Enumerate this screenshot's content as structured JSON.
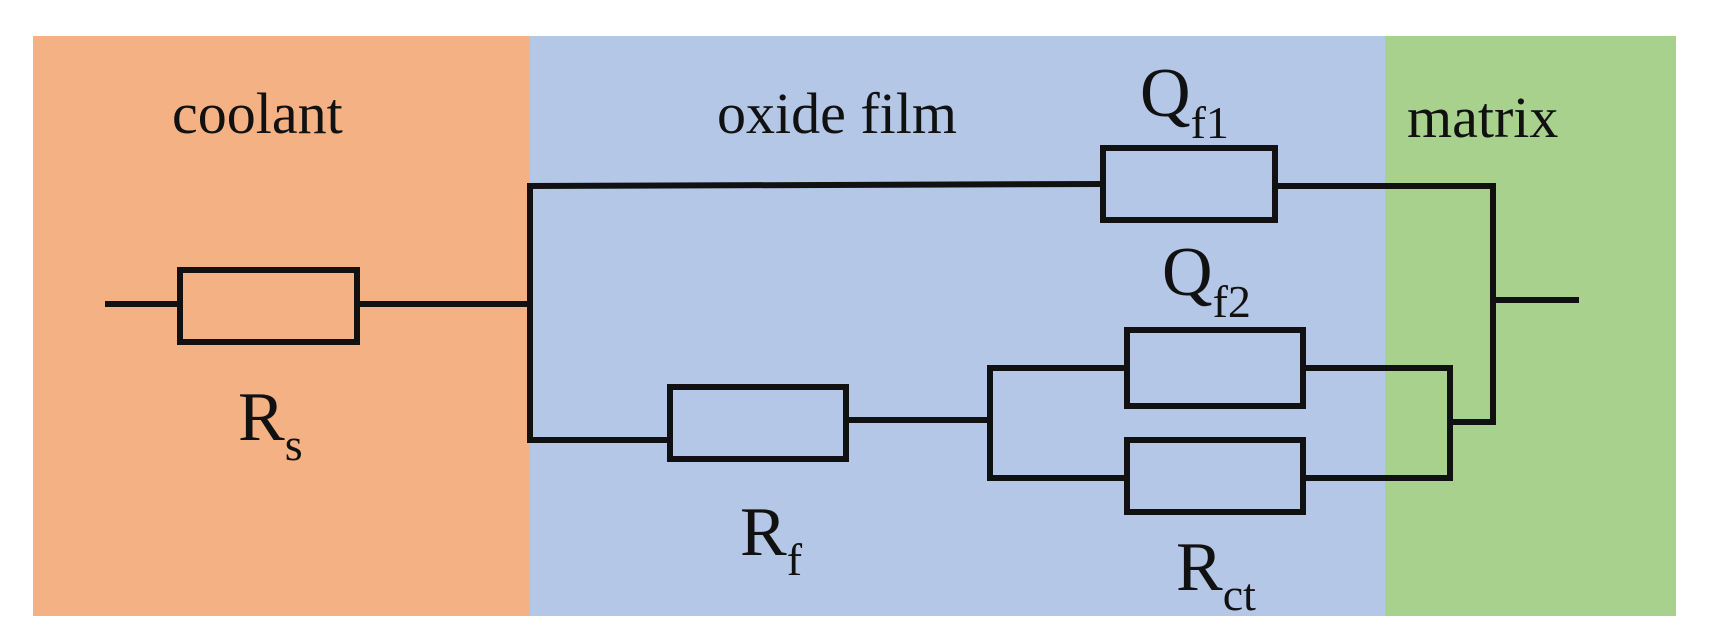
{
  "regions": {
    "coolant": {
      "label": "coolant",
      "color": "#f4b183"
    },
    "oxide_film": {
      "label": "oxide film",
      "color": "#b4c7e7"
    },
    "matrix": {
      "label": "matrix",
      "color": "#a9d18e"
    }
  },
  "components": {
    "rs": {
      "symbol": "R",
      "subscript": "s"
    },
    "qf1": {
      "symbol": "Q",
      "subscript": "f1"
    },
    "qf2": {
      "symbol": "Q",
      "subscript": "f2"
    },
    "rf": {
      "symbol": "R",
      "subscript": "f"
    },
    "rct": {
      "symbol": "R",
      "subscript": "ct"
    }
  }
}
